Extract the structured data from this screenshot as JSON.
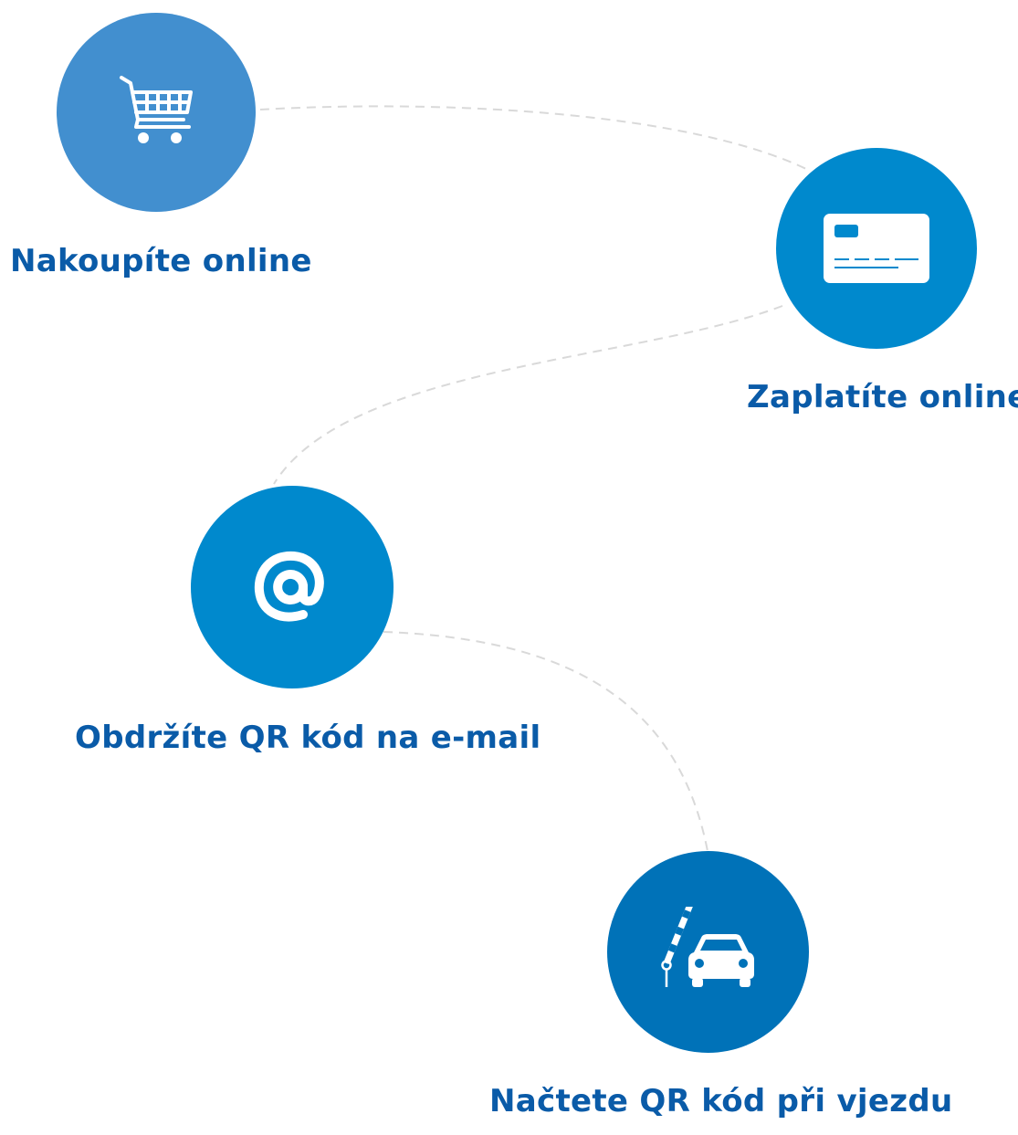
{
  "colors": {
    "label": "#0a5ba8",
    "connector": "#d9d9d9",
    "icon": "#ffffff"
  },
  "steps": [
    {
      "label": "Nakoupíte online",
      "icon": "shopping-cart-icon",
      "color": "#428fcf"
    },
    {
      "label": "Zaplatíte online",
      "icon": "credit-card-icon",
      "color": "#0089cd"
    },
    {
      "label": "Obdržíte QR kód na e-mail",
      "icon": "at-sign-icon",
      "color": "#0089cd"
    },
    {
      "label": "Načtete QR kód při vjezdu",
      "icon": "barrier-car-icon",
      "color": "#0072b8"
    }
  ]
}
